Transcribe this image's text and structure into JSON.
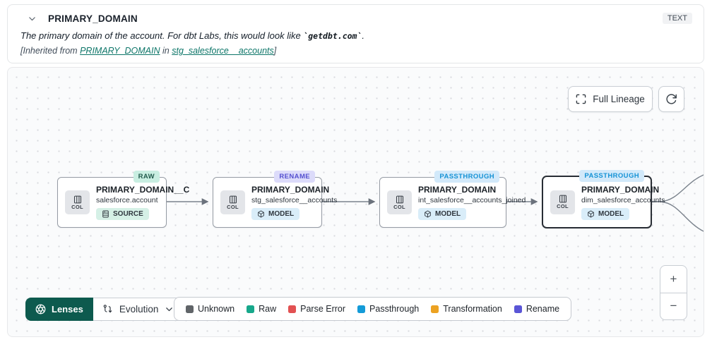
{
  "header": {
    "title": "PRIMARY_DOMAIN",
    "type_badge": "TEXT",
    "description": {
      "prefix": "The primary domain of the account. For dbt Labs, this would look like ",
      "code": "`getdbt.com`",
      "suffix": "."
    },
    "inherited": {
      "prefix": "[Inherited from ",
      "column_link": "PRIMARY_DOMAIN",
      "middle": " in ",
      "model_link": "stg_salesforce__accounts",
      "suffix": "]"
    }
  },
  "canvas": {
    "full_lineage_label": "Full Lineage",
    "zoom_in": "+",
    "zoom_out": "−"
  },
  "nodes": [
    {
      "lens_badge": "RAW",
      "title": "PRIMARY_DOMAIN__C",
      "subtitle": "salesforce.account",
      "col_label": "COL",
      "resource_label": "SOURCE"
    },
    {
      "lens_badge": "RENAME",
      "title": "PRIMARY_DOMAIN",
      "subtitle": "stg_salesforce__accounts",
      "col_label": "COL",
      "resource_label": "MODEL"
    },
    {
      "lens_badge": "PASSTHROUGH",
      "title": "PRIMARY_DOMAIN",
      "subtitle": "int_salesforce__accounts_joined",
      "col_label": "COL",
      "resource_label": "MODEL"
    },
    {
      "lens_badge": "PASSTHROUGH",
      "title": "PRIMARY_DOMAIN",
      "subtitle": "dim_salesforce_accounts",
      "col_label": "COL",
      "resource_label": "MODEL"
    }
  ],
  "footer": {
    "lenses_label": "Lenses",
    "selected_lens": "Evolution"
  },
  "legend": {
    "items": [
      {
        "label": "Unknown",
        "color": "#606468"
      },
      {
        "label": "Raw",
        "color": "#17a88b"
      },
      {
        "label": "Parse Error",
        "color": "#e25152"
      },
      {
        "label": "Passthrough",
        "color": "#149bd8"
      },
      {
        "label": "Transformation",
        "color": "#eca222"
      },
      {
        "label": "Rename",
        "color": "#5a55d6"
      }
    ]
  },
  "colors": {
    "lenses_button": "#0d5a4e",
    "link": "#0c7568",
    "lens_raw_bg": "#c8eee1",
    "lens_rename_bg": "#dcdbfa",
    "lens_passthrough_bg": "#d2e9fa",
    "selected_node_border": "#282d34"
  }
}
